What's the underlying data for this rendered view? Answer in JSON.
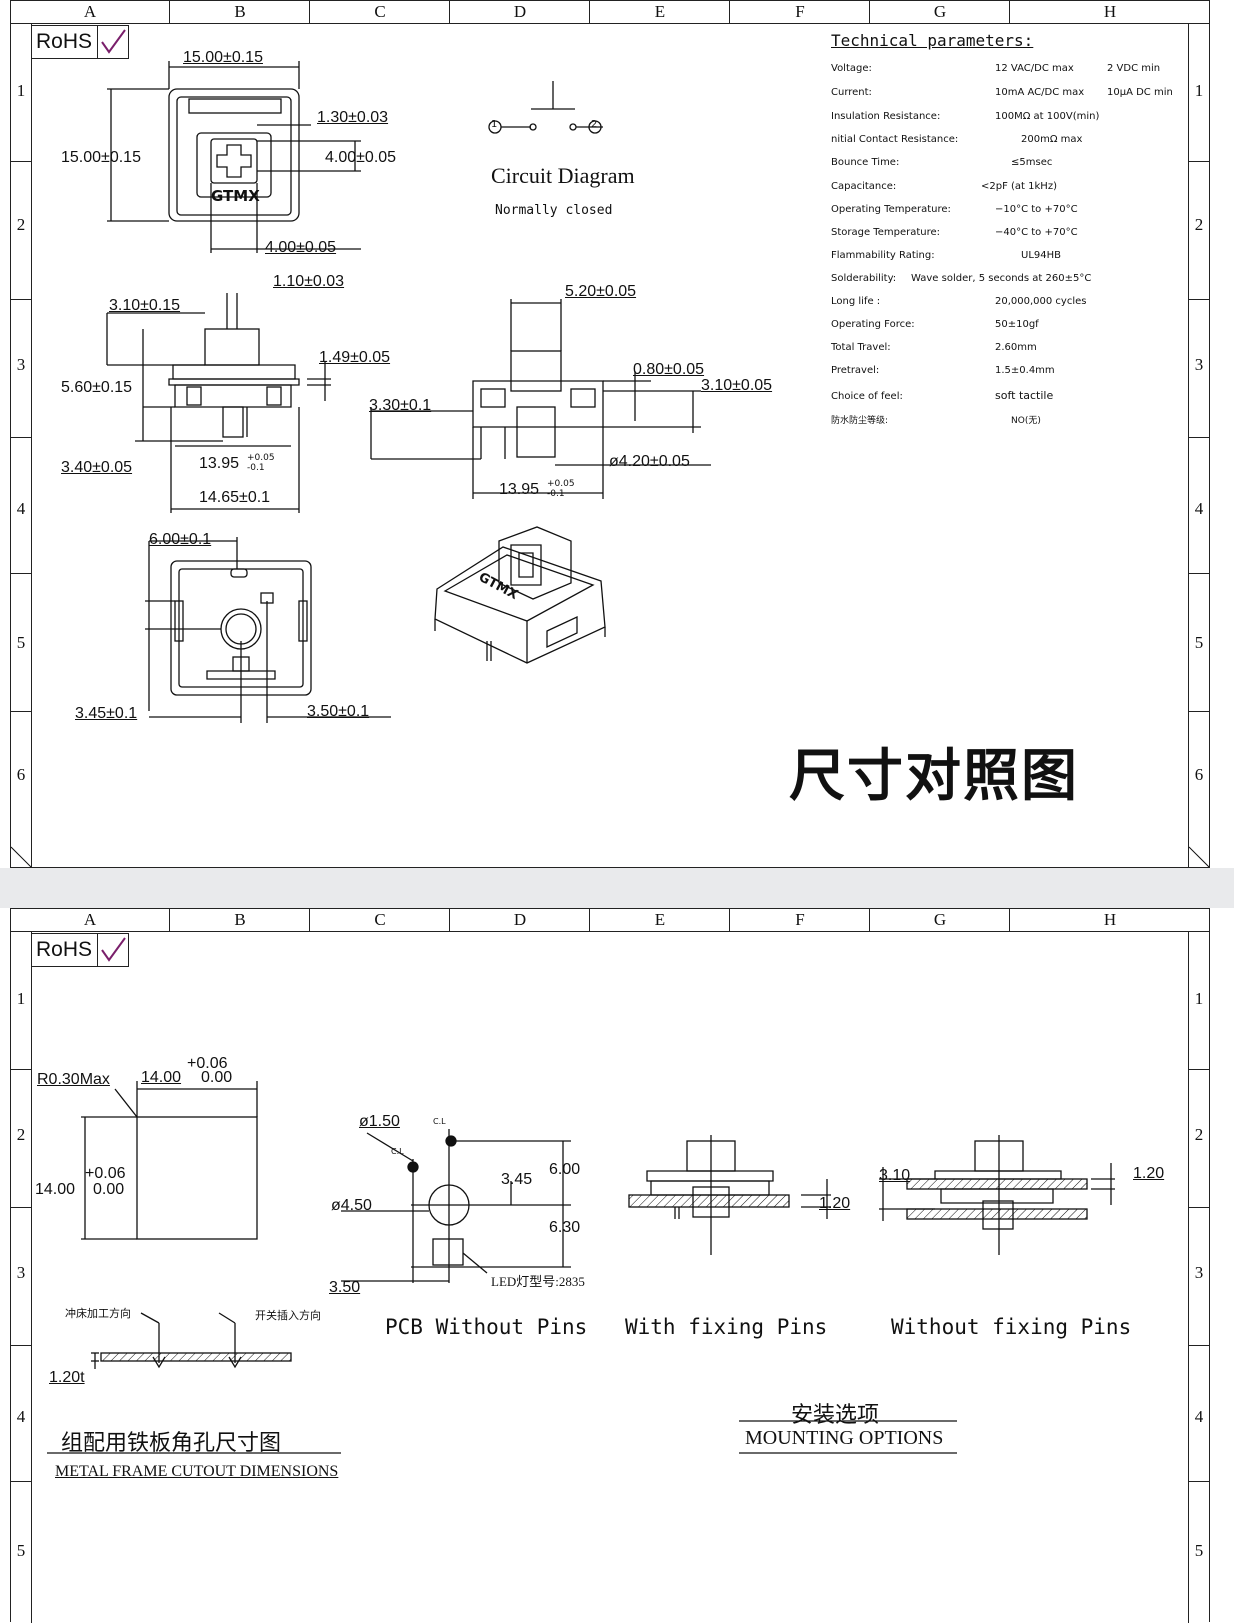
{
  "columns": [
    "A",
    "B",
    "C",
    "D",
    "E",
    "F",
    "G",
    "H"
  ],
  "rows_sheet1": [
    "1",
    "2",
    "3",
    "4",
    "5",
    "6"
  ],
  "rows_sheet2": [
    "1",
    "2",
    "3",
    "4",
    "5"
  ],
  "rohs_label": "RoHS",
  "sheet1": {
    "top_view": {
      "width": "15.00±0.15",
      "height": "15.00±0.15",
      "stem_d1": "1.30±0.03",
      "stem_d2": "4.00±0.05",
      "stem_d3": "4.00±0.05",
      "brand": "GTMX"
    },
    "side_view": {
      "d_stem": "1.10±0.03",
      "d_top": "3.10±0.15",
      "d_height": "5.60±0.15",
      "d_plate": "1.49±0.05",
      "d_pin": "3.40±0.05",
      "d_body": "13.95",
      "d_body_tol_up": "+0.05",
      "d_body_tol_dn": "-0.1",
      "d_width": "14.65±0.1"
    },
    "front_view": {
      "d_stem_w": "5.20±0.05",
      "d_clip": "0.80±0.05",
      "d_clip_h": "3.10±0.05",
      "d_pin": "3.30±0.1",
      "d_pole": "ø4.20±0.05",
      "d_body": "13.95",
      "d_body_tol_up": "+0.05",
      "d_body_tol_dn": "-0.1"
    },
    "bottom_view": {
      "d_top": "6.00±0.1",
      "d_left": "3.45±0.1",
      "d_right": "3.50±0.1"
    },
    "circuit": {
      "title": "Circuit Diagram",
      "subtitle": "Normally closed",
      "pin1": "1",
      "pin2": "2"
    },
    "tech": {
      "title": "Technical parameters:",
      "rows": [
        {
          "k": "Voltage:",
          "v": "12 VAC/DC max",
          "v2": "2 VDC min"
        },
        {
          "k": "Current:",
          "v": "10mA AC/DC max",
          "v2": "10μA DC min"
        },
        {
          "k": "Insulation Resistance:",
          "v": "100MΩ at 100V(min)",
          "v2": ""
        },
        {
          "k": "nitial Contact Resistance:",
          "v": "200mΩ max",
          "v2": ""
        },
        {
          "k": "Bounce Time:",
          "v": "≤5msec",
          "v2": ""
        },
        {
          "k": "Capacitance:",
          "v": "<2pF (at 1kHz)",
          "v2": ""
        },
        {
          "k": "Operating Temperature:",
          "v": "−10°C to +70°C",
          "v2": ""
        },
        {
          "k": "Storage Temperature:",
          "v": "−40°C to +70°C",
          "v2": ""
        },
        {
          "k": "Flammability Rating:",
          "v": "UL94HB",
          "v2": ""
        },
        {
          "k": "Solderability:",
          "v": "Wave solder, 5 seconds at 260±5°C",
          "v2": ""
        },
        {
          "k": "Long life :",
          "v": "20,000,000 cycles",
          "v2": ""
        },
        {
          "k": "Operating Force:",
          "v": "50±10gf",
          "v2": ""
        },
        {
          "k": "Total Travel:",
          "v": "2.60mm",
          "v2": ""
        },
        {
          "k": "Pretravel:",
          "v": "1.5±0.4mm",
          "v2": ""
        },
        {
          "k": "Choice of feel:",
          "v": "soft tactile",
          "v2": ""
        },
        {
          "k": "防水防尘等级:",
          "v": "NO(无)",
          "v2": ""
        }
      ]
    },
    "iso_brand": "GTMX",
    "big_title": "尺寸对照图"
  },
  "sheet2": {
    "cutout": {
      "radius": "R0.30Max",
      "tol_top": "+0.06",
      "width": "14.00",
      "tol_top_lo": "0.00",
      "tol_side": "+0.06",
      "height": "14.00",
      "tol_side_lo": "0.00",
      "punch_dir": "冲床加工方向",
      "insert_dir": "开关插入方向",
      "thickness": "1.20t",
      "title_cn": "组配用铁板角孔尺寸图",
      "title_en": "METAL FRAME CUTOUT DIMENSIONS"
    },
    "pcb": {
      "d_hole": "ø1.50",
      "cl1": "C.L",
      "cl2": "C.L",
      "d_center": "ø4.50",
      "d_345": "3.45",
      "d_600": "6.00",
      "d_630": "6.30",
      "d_350": "3.50",
      "led": "LED灯型号:2835",
      "label": "PCB Without Pins"
    },
    "fixing": {
      "d_120": "1.20",
      "label": "With fixing Pins"
    },
    "nofixing": {
      "d_310": "3.10",
      "d_120": "1.20",
      "label": "Without fixing Pins"
    },
    "mount_cn": "安装选项",
    "mount_en": "MOUNTING OPTIONS"
  }
}
